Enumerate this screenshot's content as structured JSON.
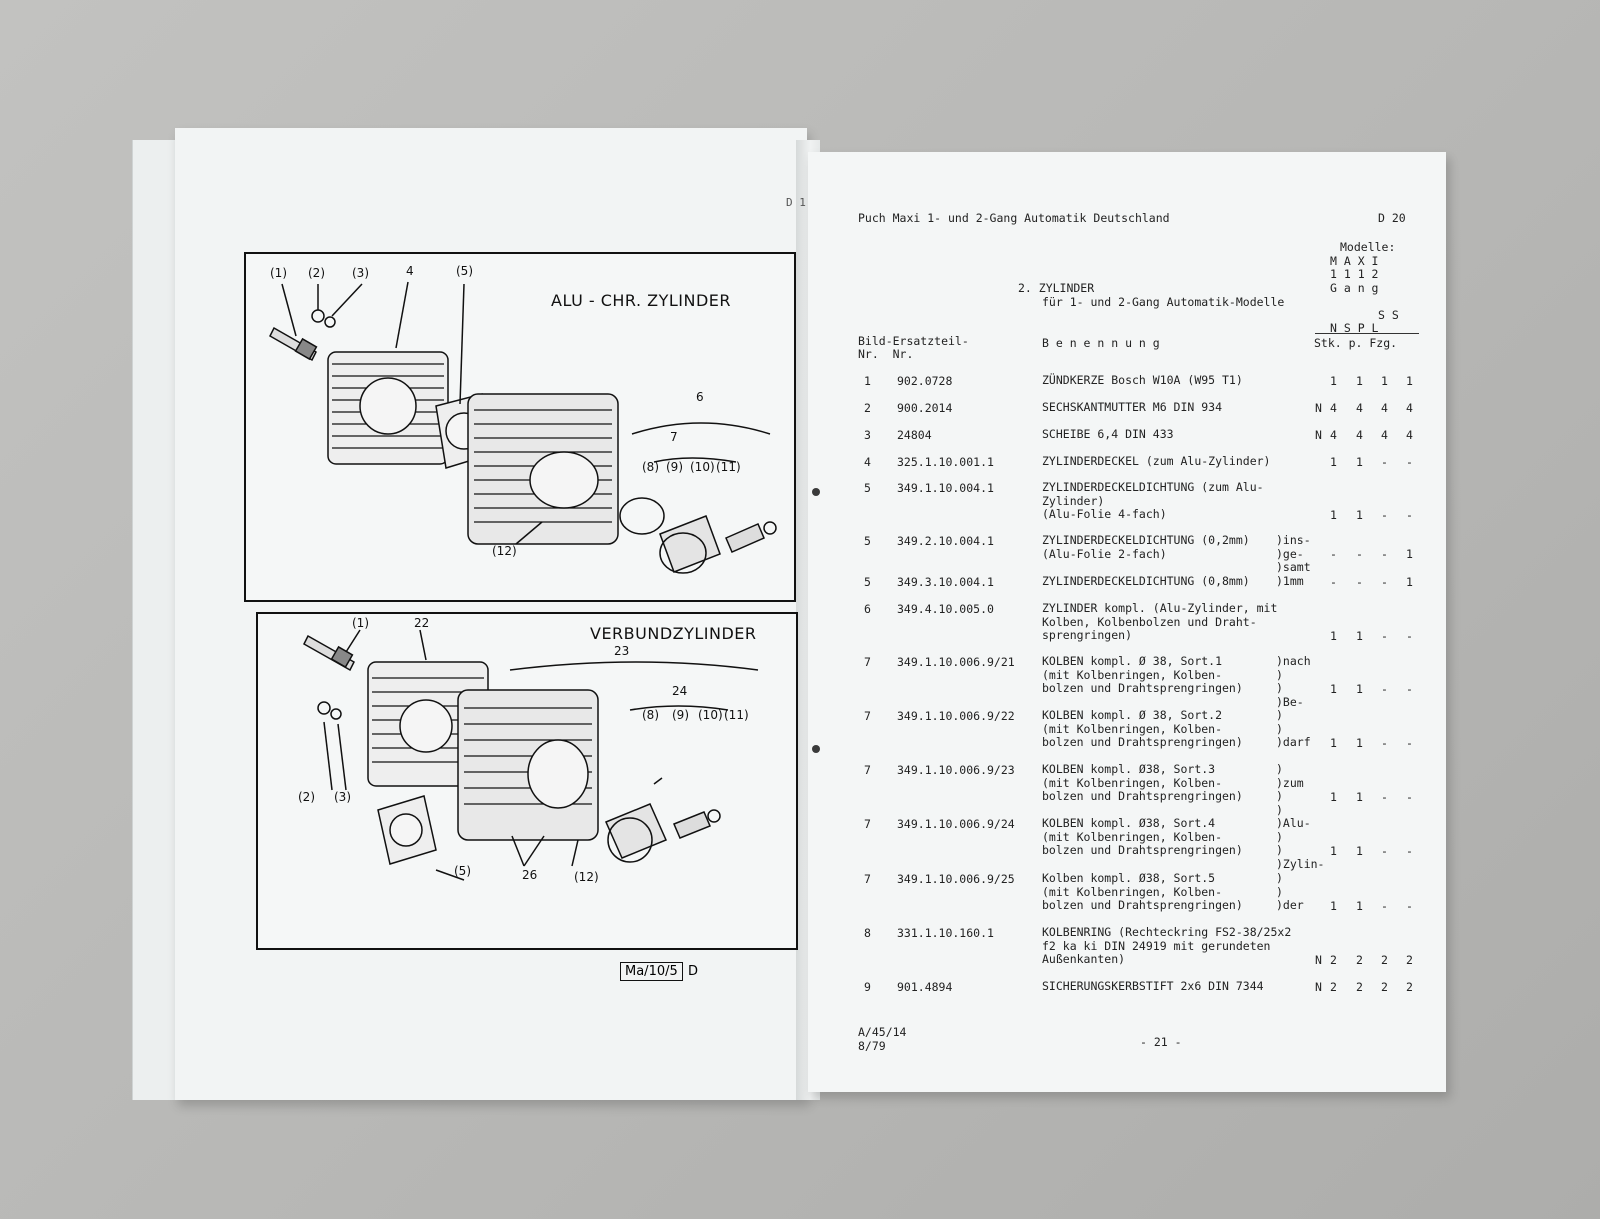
{
  "left_page": {
    "corner": "D 1",
    "diagram_top": {
      "title": "ALU - CHR. ZYLINDER",
      "callouts": [
        "(1)",
        "(2)",
        "(3)",
        "4",
        "(5)",
        "6",
        "7",
        "(8)",
        "(9)",
        "(10)",
        "(11)",
        "(12)"
      ]
    },
    "diagram_bottom": {
      "title": "VERBUNDZYLINDER",
      "callouts": [
        "(1)",
        "22",
        "23",
        "24",
        "(8)",
        "(9)",
        "(10)",
        "(11)",
        "(2)",
        "(3)",
        "(5)",
        "26",
        "(12)"
      ]
    },
    "ref_box": "Ma/10/5",
    "ref_suffix": "D"
  },
  "right_page": {
    "header_title": "Puch Maxi 1- und 2-Gang Automatik Deutschland",
    "header_page": "D 20",
    "models_label": "Modelle:",
    "models_row1": "M A X I",
    "models_row2": "1 1 1 2",
    "models_row3": "G a n g",
    "section_title": "2. ZYLINDER",
    "section_subtitle": "für 1- und 2-Gang Automatik-Modelle",
    "models_row4": "S S",
    "models_row5": "N S P L",
    "col_bild": "Bild-Ersatzteil-",
    "col_nr": "Nr.  Nr.",
    "col_benennung": "B e n e n n u n g",
    "col_stk": "Stk. p. Fzg.",
    "rows": [
      {
        "bild": "1",
        "part": "902.0728",
        "desc": "ZÜNDKERZE Bosch W10A (W95 T1)",
        "note": "",
        "n": "",
        "qty": [
          "1",
          "1",
          "1",
          "1"
        ]
      },
      {
        "bild": "2",
        "part": "900.2014",
        "desc": "SECHSKANTMUTTER M6 DIN 934",
        "note": "",
        "n": "N",
        "qty": [
          "4",
          "4",
          "4",
          "4"
        ]
      },
      {
        "bild": "3",
        "part": "24804",
        "desc": "SCHEIBE 6,4 DIN 433",
        "note": "",
        "n": "N",
        "qty": [
          "4",
          "4",
          "4",
          "4"
        ]
      },
      {
        "bild": "4",
        "part": "325.1.10.001.1",
        "desc": "ZYLINDERDECKEL (zum Alu-Zylinder)",
        "note": "",
        "n": "",
        "qty": [
          "1",
          "1",
          "-",
          "-"
        ]
      },
      {
        "bild": "5",
        "part": "349.1.10.004.1",
        "desc": "ZYLINDERDECKELDICHTUNG (zum Alu-\nZylinder)\n(Alu-Folie 4-fach)",
        "note": "",
        "n": "",
        "qty": [
          "1",
          "1",
          "-",
          "-"
        ]
      },
      {
        "bild": "5",
        "part": "349.2.10.004.1",
        "desc": "ZYLINDERDECKELDICHTUNG (0,2mm)\n(Alu-Folie 2-fach)",
        "note": ")ins-\n)ge-\n)samt",
        "n": "",
        "qty": [
          "-",
          "-",
          "-",
          "1"
        ]
      },
      {
        "bild": "5",
        "part": "349.3.10.004.1",
        "desc": "ZYLINDERDECKELDICHTUNG (0,8mm)",
        "note": ")1mm",
        "n": "",
        "qty": [
          "-",
          "-",
          "-",
          "1"
        ]
      },
      {
        "bild": "6",
        "part": "349.4.10.005.0",
        "desc": "ZYLINDER kompl. (Alu-Zylinder, mit\nKolben, Kolbenbolzen und Draht-\nsprengringen)",
        "note": "",
        "n": "",
        "qty": [
          "1",
          "1",
          "-",
          "-"
        ]
      },
      {
        "bild": "7",
        "part": "349.1.10.006.9/21",
        "desc": "KOLBEN kompl. Ø 38, Sort.1\n(mit Kolbenringen, Kolben-\nbolzen und Drahtsprengringen)",
        "note": ")nach\n)\n)\n)Be-",
        "n": "",
        "qty": [
          "1",
          "1",
          "-",
          "-"
        ]
      },
      {
        "bild": "7",
        "part": "349.1.10.006.9/22",
        "desc": "KOLBEN kompl. Ø 38, Sort.2\n(mit Kolbenringen, Kolben-\nbolzen und Drahtsprengringen)",
        "note": ")\n)\n)darf",
        "n": "",
        "qty": [
          "1",
          "1",
          "-",
          "-"
        ]
      },
      {
        "bild": "7",
        "part": "349.1.10.006.9/23",
        "desc": "KOLBEN kompl. Ø38, Sort.3\n(mit Kolbenringen, Kolben-\nbolzen und Drahtsprengringen)",
        "note": ")\n)zum\n)\n)",
        "n": "",
        "qty": [
          "1",
          "1",
          "-",
          "-"
        ]
      },
      {
        "bild": "7",
        "part": "349.1.10.006.9/24",
        "desc": "KOLBEN kompl. Ø38, Sort.4\n(mit Kolbenringen, Kolben-\nbolzen und Drahtsprengringen)",
        "note": ")Alu-\n)\n)\n)Zylin-",
        "n": "",
        "qty": [
          "1",
          "1",
          "-",
          "-"
        ]
      },
      {
        "bild": "7",
        "part": "349.1.10.006.9/25",
        "desc": "Kolben kompl. Ø38, Sort.5\n(mit Kolbenringen, Kolben-\nbolzen und Drahtsprengringen)",
        "note": ")\n)\n)der",
        "n": "",
        "qty": [
          "1",
          "1",
          "-",
          "-"
        ]
      },
      {
        "bild": "8",
        "part": "331.1.10.160.1",
        "desc": "KOLBENRING (Rechteckring FS2-38/25x2\nf2 ka ki DIN 24919 mit gerundeten\nAußenkanten)",
        "note": "",
        "n": "N",
        "qty": [
          "2",
          "2",
          "2",
          "2"
        ]
      },
      {
        "bild": "9",
        "part": "901.4894",
        "desc": "SICHERUNGSKERBSTIFT 2x6 DIN 7344",
        "note": "",
        "n": "N",
        "qty": [
          "2",
          "2",
          "2",
          "2"
        ]
      }
    ],
    "footer_code": "A/45/14\n8/79",
    "footer_page": "- 21 -"
  }
}
